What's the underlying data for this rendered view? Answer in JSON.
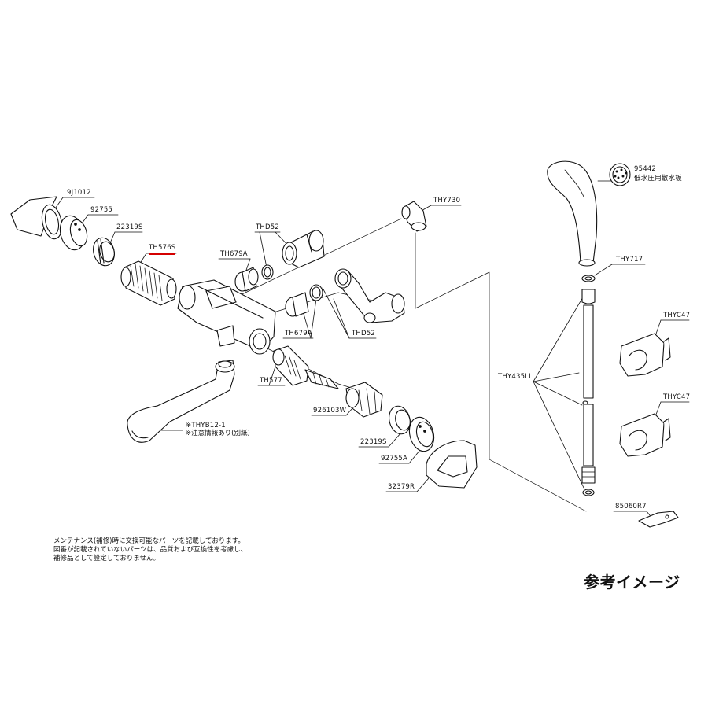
{
  "diagram": {
    "parts": {
      "p9j1012": "9J1012",
      "p92755": "92755",
      "p22319s_top": "22319S",
      "th576s": "TH576S",
      "th679a_top": "TH679A",
      "thd52_top": "THD52",
      "thy730": "THY730",
      "th679a_mid": "TH679A",
      "thd52_mid": "THD52",
      "th577": "TH577",
      "p926103w": "926103W",
      "p22319s_bottom": "22319S",
      "p92755a": "92755A",
      "p32379r": "32379R",
      "thyb12": "※THYB12-1",
      "p95442": "95442",
      "p95442_desc": "低水圧用散水板",
      "thy717": "THY717",
      "thyc47_top": "THYC47",
      "thyc47_bottom": "THYC47",
      "thy435ll": "THY435LL",
      "p85060r7": "85060R7"
    },
    "highlighted_part": "TH576S",
    "highlight_color": "#d40000",
    "spout_note": "※注意情報あり(別紙)"
  },
  "disclaimer": {
    "line1": "メンテナンス(補修)時に交換可能なパーツを記載しております。",
    "line2": "図番が記載されていないパーツは、品質および互換性を考慮し、",
    "line3": "補修品として設定しておりません。"
  },
  "reference_label": "参考イメージ"
}
